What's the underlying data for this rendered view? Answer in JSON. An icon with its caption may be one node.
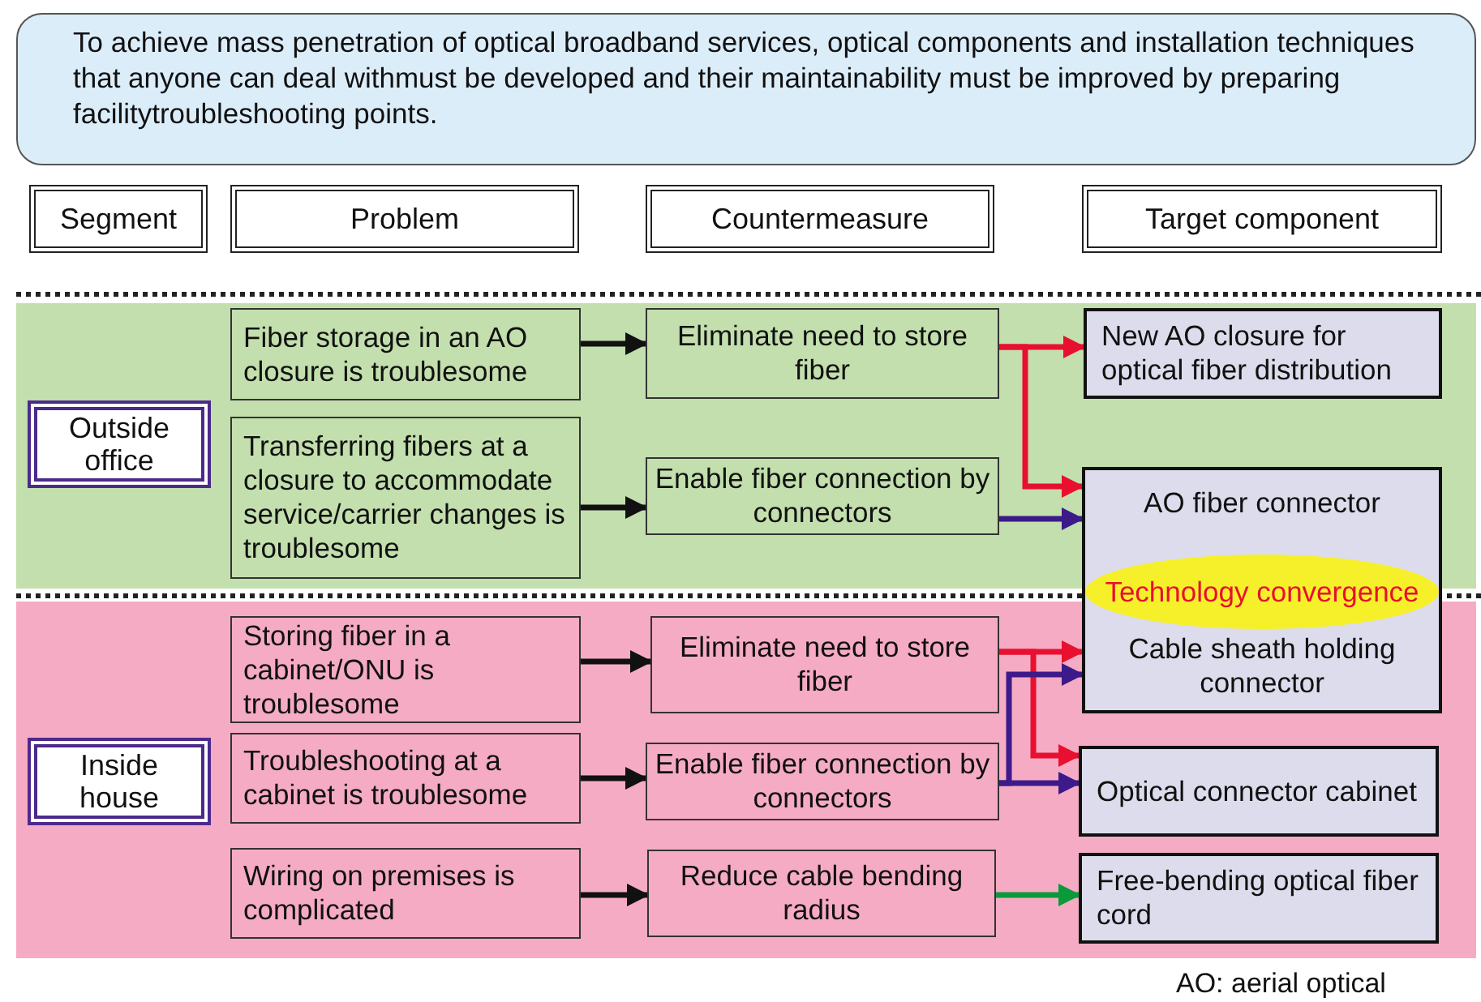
{
  "diagram": {
    "nodes": [
      {
        "text": [
          "To achieve mass penetration of optical broadband services, optical components and installation techniques that anyone can deal withmust be developed and their maintainability must be improved by preparing facilitytroubleshooting points."
        ]
      },
      {
        "text": [
          "Segment"
        ]
      },
      {
        "text": [
          "Problem"
        ]
      },
      {
        "text": [
          "Countermeasure"
        ]
      },
      {
        "text": [
          "Target component"
        ]
      },
      {
        "text": [
          "Outside office"
        ]
      },
      {
        "text": [
          "Fiber storage in an AO closure is troublesome"
        ]
      },
      {
        "text": [
          "Transferring fibers at a closure to accommodate service/carrier changes is troublesome"
        ]
      },
      {
        "text": [
          "Eliminate need to store fiber"
        ]
      },
      {
        "text": [
          "Enable fiber connection by connectors"
        ]
      },
      {
        "text": [
          "New AO closure for optical fiber distribution"
        ]
      },
      {
        "text": [
          "AO fiber connector",
          "Cable sheath holding connector"
        ]
      },
      {
        "text": [
          "Technology convergence"
        ],
        "in": 11
      },
      {
        "text": [
          "Inside house"
        ]
      },
      {
        "text": [
          "Storing fiber in a cabinet/ONU is troublesome"
        ]
      },
      {
        "text": [
          "Troubleshooting at a cabinet is troublesome"
        ]
      },
      {
        "text": [
          "Wiring on premises is complicated"
        ]
      },
      {
        "text": [
          "Eliminate need to store fiber"
        ]
      },
      {
        "text": [
          "Enable fiber connection by connectors"
        ]
      },
      {
        "text": [
          "Reduce cable bending radius"
        ]
      },
      {
        "text": [
          "Optical connector cabinet"
        ]
      },
      {
        "text": [
          "Free-bending optical fiber cord"
        ]
      }
    ],
    "edges": [
      {
        "from": 6,
        "to": 8,
        "arrow": "to"
      },
      {
        "from": 7,
        "to": 9,
        "arrow": "to"
      },
      {
        "from": 8,
        "to": 10,
        "arrow": "to",
        "color": "#e8102e"
      },
      {
        "from": 8,
        "to": 11,
        "arrow": "to",
        "color": "#e8102e"
      },
      {
        "from": 9,
        "to": 11,
        "arrow": "to",
        "color": "#3c1a8a"
      },
      {
        "from": 14,
        "to": 17,
        "arrow": "to"
      },
      {
        "from": 15,
        "to": 18,
        "arrow": "to"
      },
      {
        "from": 16,
        "to": 19,
        "arrow": "to"
      },
      {
        "from": 17,
        "to": 11,
        "arrow": "to",
        "color": "#e8102e"
      },
      {
        "from": 17,
        "to": 20,
        "arrow": "to",
        "color": "#e8102e"
      },
      {
        "from": 18,
        "to": 11,
        "arrow": "to",
        "color": "#3c1a8a"
      },
      {
        "from": 18,
        "to": 20,
        "arrow": "to",
        "color": "#3c1a8a"
      },
      {
        "from": 19,
        "to": 21,
        "arrow": "to",
        "color": "#0a9a3c"
      }
    ],
    "labels": [
      "AO: aerial optical"
    ]
  }
}
